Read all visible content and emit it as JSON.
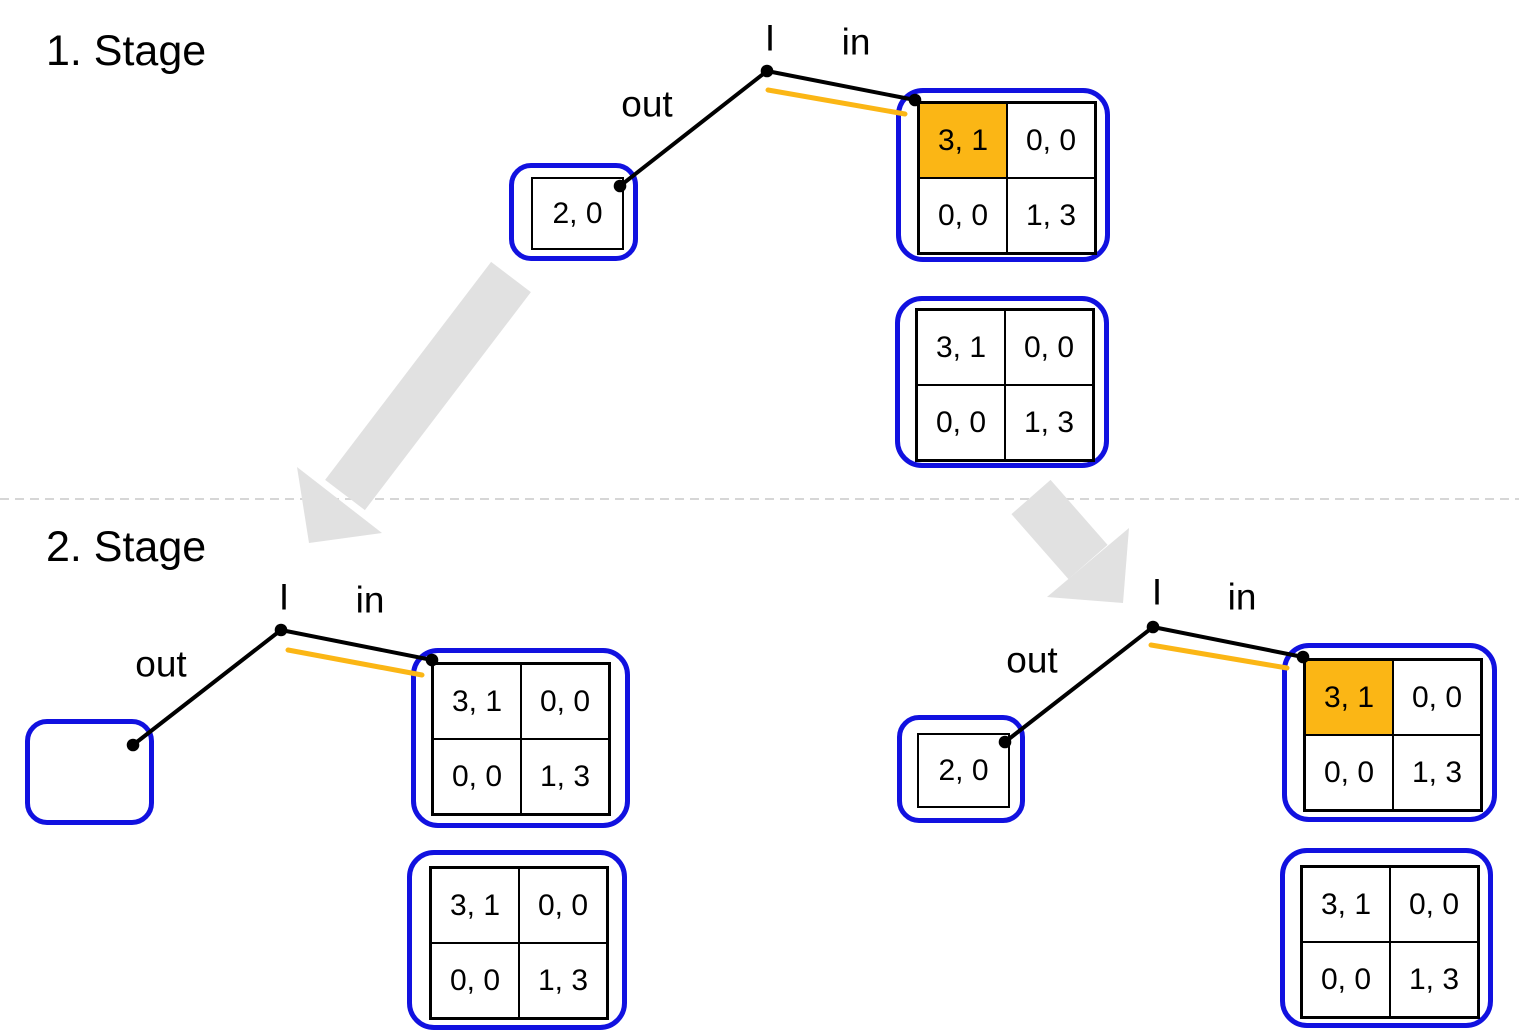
{
  "stage1": {
    "title": "1. Stage",
    "tree": {
      "player_label": "I",
      "out_label": "out",
      "in_label": "in",
      "outcome_value": "2, 0",
      "matrix_reached": {
        "rows": [
          [
            "3, 1",
            "0, 0"
          ],
          [
            "0, 0",
            "1, 3"
          ]
        ],
        "highlighted_cell": {
          "row": 0,
          "col": 0
        }
      },
      "matrix_plain": {
        "rows": [
          [
            "3, 1",
            "0, 0"
          ],
          [
            "0, 0",
            "1, 3"
          ]
        ]
      }
    }
  },
  "stage2": {
    "title": "2. Stage",
    "left_tree": {
      "player_label": "I",
      "out_label": "out",
      "in_label": "in",
      "matrix_reached": {
        "rows": [
          [
            "3, 1",
            "0, 0"
          ],
          [
            "0, 0",
            "1, 3"
          ]
        ]
      },
      "matrix_plain": {
        "rows": [
          [
            "3, 1",
            "0, 0"
          ],
          [
            "0, 0",
            "1, 3"
          ]
        ]
      }
    },
    "right_tree": {
      "player_label": "I",
      "out_label": "out",
      "in_label": "in",
      "outcome_value": "2, 0",
      "matrix_reached": {
        "rows": [
          [
            "3, 1",
            "0, 0"
          ],
          [
            "0, 0",
            "1, 3"
          ]
        ],
        "highlighted_cell": {
          "row": 0,
          "col": 0
        }
      },
      "matrix_plain": {
        "rows": [
          [
            "3, 1",
            "0, 0"
          ],
          [
            "0, 0",
            "1, 3"
          ]
        ]
      }
    }
  },
  "colors": {
    "box_outline_blue": "#1111E0",
    "highlight_orange": "#FBB615",
    "edge_black": "#000000",
    "transition_arrow_gray": "#E1E1E1",
    "separator_gray": "#D6D6D6"
  }
}
